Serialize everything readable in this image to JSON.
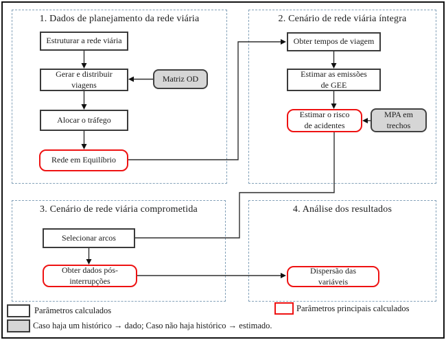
{
  "figure": {
    "sections": [
      {
        "title": "1. Dados de planejamento  da rede viária",
        "boxes": [
          {
            "label": "Estruturar  a rede viária",
            "type": "calculated"
          },
          {
            "label": "Gerar e distribuir\nviagens",
            "type": "calculated"
          },
          {
            "label": "Matriz  OD",
            "type": "historic-data"
          },
          {
            "label": "Alocar  o tráfego",
            "type": "calculated"
          },
          {
            "label": "Rede em Equilíbrio",
            "type": "main-calculated"
          }
        ]
      },
      {
        "title": "2. Cenário de rede viária  íntegra",
        "boxes": [
          {
            "label": "Obter tempos  de viagem",
            "type": "calculated"
          },
          {
            "label": "Estimar  as emissões\nde GEE",
            "type": "calculated"
          },
          {
            "label": "Estimar  o risco\nde acidentes",
            "type": "main-calculated"
          },
          {
            "label": "MPA em\ntrechos",
            "type": "historic-data"
          }
        ]
      },
      {
        "title": "3. Cenário de rede viária  comprometida",
        "boxes": [
          {
            "label": "Selecionar  arcos",
            "type": "calculated"
          },
          {
            "label": "Obter dados pós-\ninterrupções",
            "type": "main-calculated"
          }
        ]
      },
      {
        "title": "4. Análise  dos resultados",
        "boxes": [
          {
            "label": "Dispersão  das\nvariáveis",
            "type": "main-calculated"
          }
        ]
      }
    ],
    "legend": {
      "calculated": "Parâmetros calculados",
      "main": "Parâmetros principais  calculados",
      "historic": "Caso haja um  histórico  → dado; Caso não haja histórico  → estimado."
    },
    "colors": {
      "main_accent": "#ee1111",
      "data_fill": "#d6d6d6",
      "section_border": "#82a0b8",
      "line": "#2e2e2e"
    }
  }
}
